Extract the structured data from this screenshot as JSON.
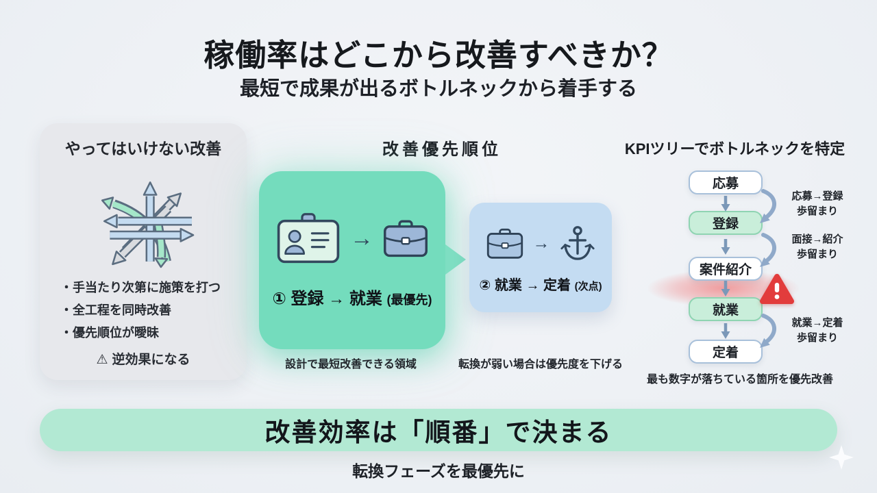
{
  "title": "稼働率はどこから改善すべきか？",
  "subtitle": "最短で成果が出るボトルネックから着手する",
  "left_panel": {
    "heading": "やってはいけない改善",
    "icon": "tangled-arrows-icon",
    "bullet_char": "・",
    "bullets": [
      "手当たり次第に施策を打つ",
      "全工程を同時改善",
      "優先順位が曖昧"
    ],
    "warning_icon": "⚠",
    "warning_text": "逆効果になる"
  },
  "priority": {
    "heading": "改善優先順位",
    "card_primary": {
      "icons": [
        "id-badge-icon",
        "arrow-right-icon",
        "briefcase-icon"
      ],
      "icon_arrow": "→",
      "label": "① 登録 → 就業",
      "note": "(最優先)",
      "caption": "設計で最短改善できる領域"
    },
    "card_secondary": {
      "icons": [
        "briefcase-icon",
        "arrow-right-icon",
        "anchor-icon"
      ],
      "icon_arrow": "→",
      "label": "② 就業 → 定着",
      "note": "(次点)",
      "caption": "転換が弱い場合は優先度を下げる"
    }
  },
  "kpi": {
    "heading": "KPIツリーでボトルネックを特定",
    "nodes": [
      {
        "label": "応募",
        "highlight": false
      },
      {
        "label": "登録",
        "highlight": true
      },
      {
        "label": "案件紹介",
        "highlight": false
      },
      {
        "label": "就業",
        "highlight": true
      },
      {
        "label": "定着",
        "highlight": false
      }
    ],
    "alert_icon": "red-warning-triangle-icon",
    "annotations": [
      {
        "line1": "応募→登録",
        "line2": "歩留まり"
      },
      {
        "line1": "面接→紹介",
        "line2": "歩留まり"
      },
      {
        "line1": "就業→定着",
        "line2": "歩留まり"
      }
    ],
    "caption": "最も数字が落ちている箇所を優先改善"
  },
  "footer": {
    "banner": "改善効率は「順番」で決まる",
    "subtext": "転換フェーズを最優先に"
  },
  "colors": {
    "background": "#eef1f5",
    "left_card": "#e7e8ec",
    "accent_green": "#74dcbd",
    "banner_green": "#b2e9d3",
    "card_blue": "#c4dcf2",
    "node_green": "#c9eeda",
    "alert_red": "#e23c3c",
    "kpi_arrow_blue": "#7b98b8"
  }
}
